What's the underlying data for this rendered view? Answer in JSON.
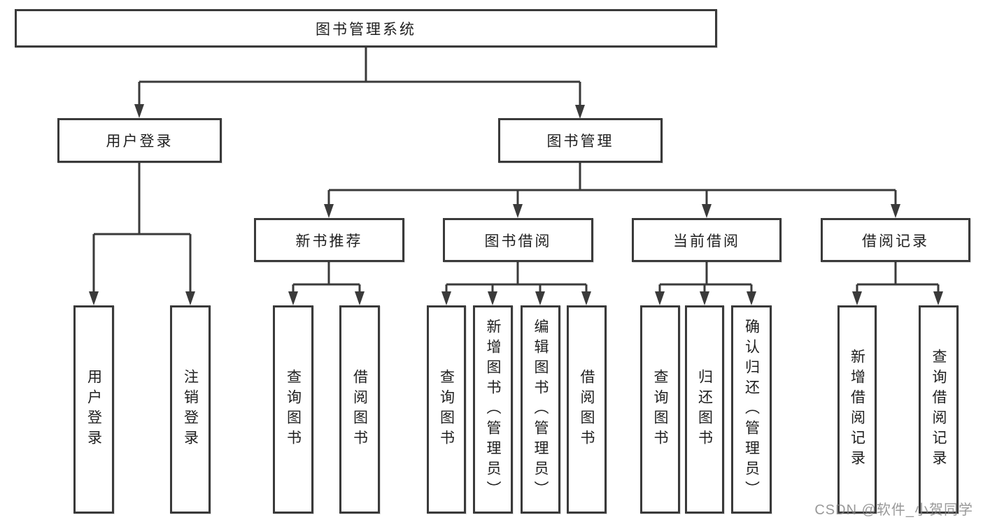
{
  "diagram": {
    "root": {
      "label": "图书管理系统"
    },
    "branches": {
      "user_login": {
        "label": "用户登录",
        "children": [
          "用户登录",
          "注销登录"
        ]
      },
      "book_mgmt": {
        "label": "图书管理",
        "sections": [
          {
            "label": "新书推荐",
            "children": [
              "查询图书",
              "借阅图书"
            ]
          },
          {
            "label": "图书借阅",
            "children": [
              "查询图书",
              "新增图书（管理员）",
              "编辑图书（管理员）",
              "借阅图书"
            ]
          },
          {
            "label": "当前借阅",
            "children": [
              "查询图书",
              "归还图书",
              "确认归还（管理员）"
            ]
          },
          {
            "label": "借阅记录",
            "children": [
              "新增借阅记录",
              "查询借阅记录"
            ]
          }
        ]
      }
    },
    "colors": {
      "line": "#3a3a3a",
      "box_border": "#3a3a3a",
      "text": "#1f1f1f",
      "background": "#ffffff",
      "watermark": "#828282"
    }
  },
  "watermark": {
    "text": "CSDN @软件_小贺同学"
  }
}
